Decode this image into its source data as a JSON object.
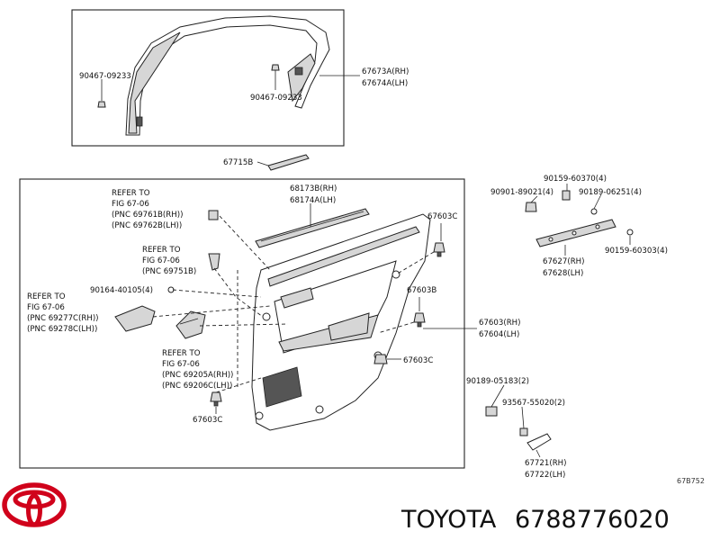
{
  "labels": {
    "l_90467_a": "90467-09233",
    "l_90467_b": "90467-09233",
    "l_67673": "67673A(RH)",
    "l_67674": "67674A(LH)",
    "l_67715": "67715B",
    "l_68173": "68173B(RH)",
    "l_68174": "68174A(LH)",
    "l_ref1_1": "REFER TO",
    "l_ref1_2": "FIG 67-06",
    "l_ref1_3": "(PNC 69761B(RH))",
    "l_ref1_4": "(PNC 69762B(LH))",
    "l_ref2_1": "REFER TO",
    "l_ref2_2": "FIG 67-06",
    "l_ref2_3": "(PNC 69751B)",
    "l_90164": "90164-40105(4)",
    "l_ref3_1": "REFER TO",
    "l_ref3_2": "FIG 67-06",
    "l_ref3_3": "(PNC 69277C(RH))",
    "l_ref3_4": "(PNC 69278C(LH))",
    "l_ref4_1": "REFER TO",
    "l_ref4_2": "FIG 67-06",
    "l_ref4_3": "(PNC 69205A(RH))",
    "l_ref4_4": "(PNC 69206C(LH))",
    "l_67603c_a": "67603C",
    "l_67603b": "67603B",
    "l_67603c_b": "67603C",
    "l_67603c_c": "67603C",
    "l_67603rh": "67603(RH)",
    "l_67604lh": "67604(LH)",
    "l_90159_a": "90159-60370(4)",
    "l_90901": "90901-89021(4)",
    "l_90189_a": "90189-06251(4)",
    "l_67627": "67627(RH)",
    "l_67628": "67628(LH)",
    "l_90159_b": "90159-60303(4)",
    "l_90189_b": "90189-05183(2)",
    "l_93567": "93567-55020(2)",
    "l_67721": "67721(RH)",
    "l_67722": "67722(LH)",
    "l_fig": "67B752"
  },
  "brand": {
    "name": "TOYOTA",
    "part_number": "6788776020",
    "logo_color": "#d0021b"
  }
}
